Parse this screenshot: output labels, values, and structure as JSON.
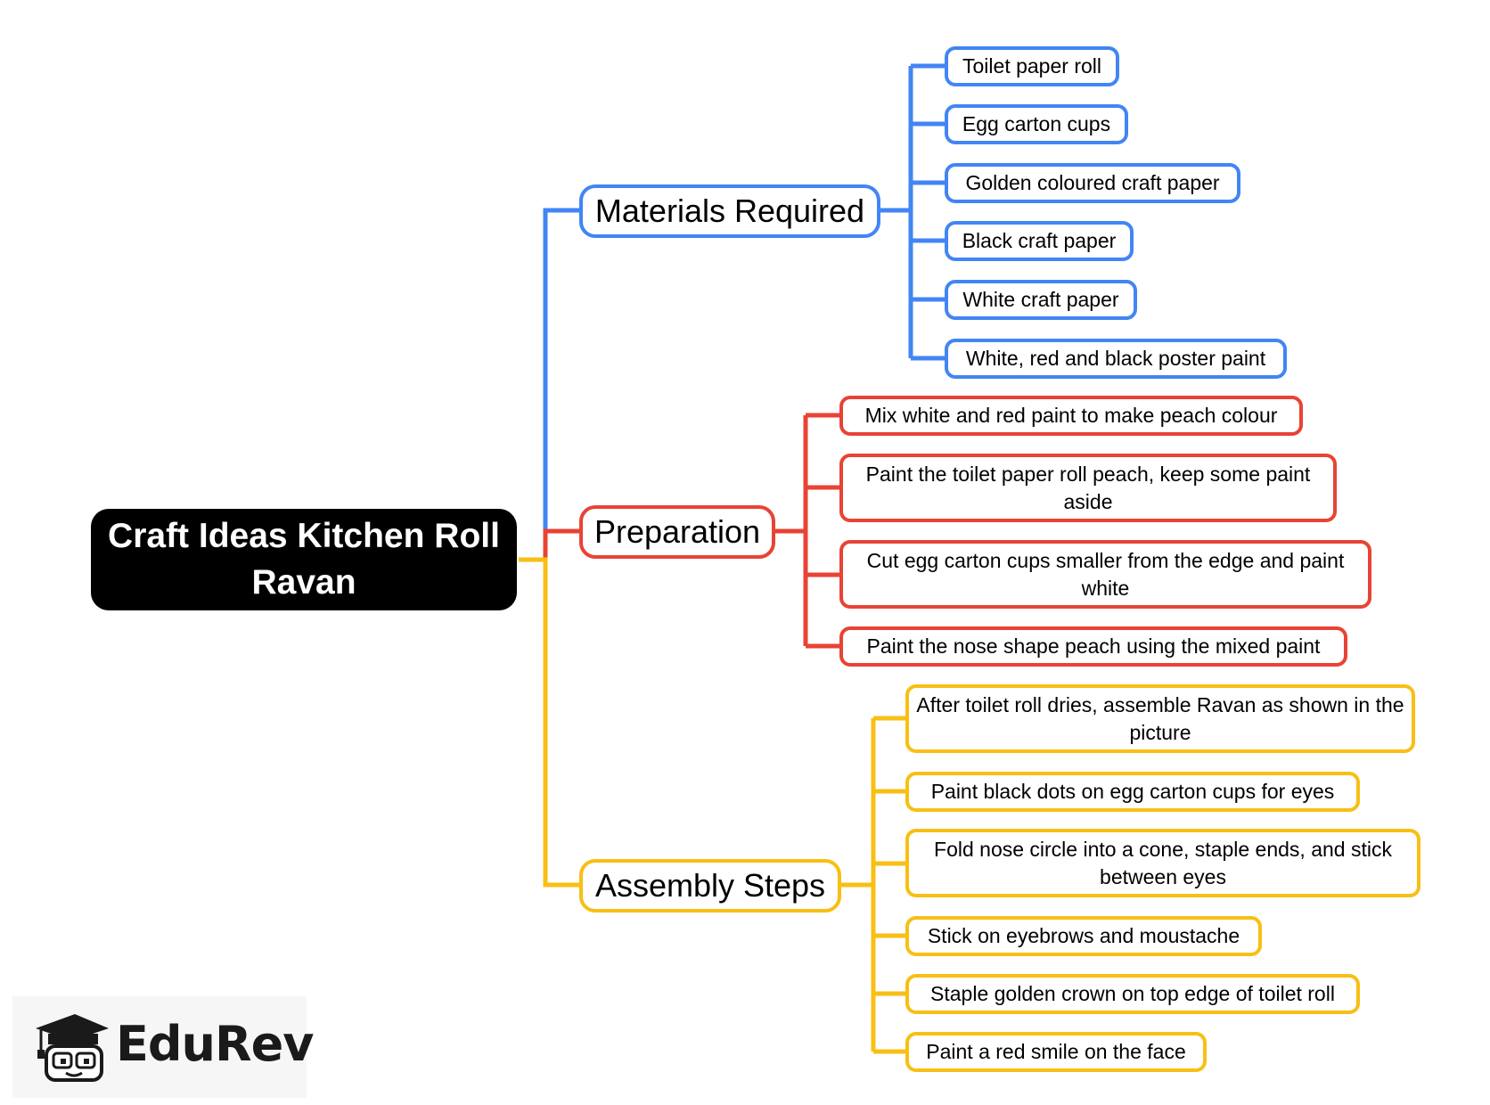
{
  "root": {
    "label": "Craft Ideas Kitchen Roll Ravan"
  },
  "colors": {
    "materials": "#4285f4",
    "preparation": "#e84335",
    "assembly": "#f8bf14",
    "root_bg": "#000000"
  },
  "branches": {
    "materials": {
      "label": "Materials Required",
      "items": [
        "Toilet paper roll",
        "Egg carton cups",
        "Golden coloured craft paper",
        "Black craft paper",
        "White craft paper",
        "White, red and black poster paint"
      ]
    },
    "preparation": {
      "label": "Preparation",
      "items": [
        "Mix white and red paint to make peach colour",
        "Paint the toilet paper roll peach, keep some paint aside",
        "Cut egg carton cups smaller from the edge and paint white",
        "Paint the nose shape peach using the mixed paint"
      ]
    },
    "assembly": {
      "label": "Assembly Steps",
      "items": [
        "After toilet roll dries, assemble Ravan as shown in the picture",
        "Paint black dots on egg carton cups for eyes",
        "Fold nose circle into a cone, staple ends, and stick between eyes",
        "Stick on eyebrows and moustache",
        "Staple golden crown on top edge of toilet roll",
        "Paint a red smile on the face"
      ]
    }
  },
  "brand": {
    "name": "EduRev",
    "icon": "graduation-cap-mascot-icon"
  }
}
